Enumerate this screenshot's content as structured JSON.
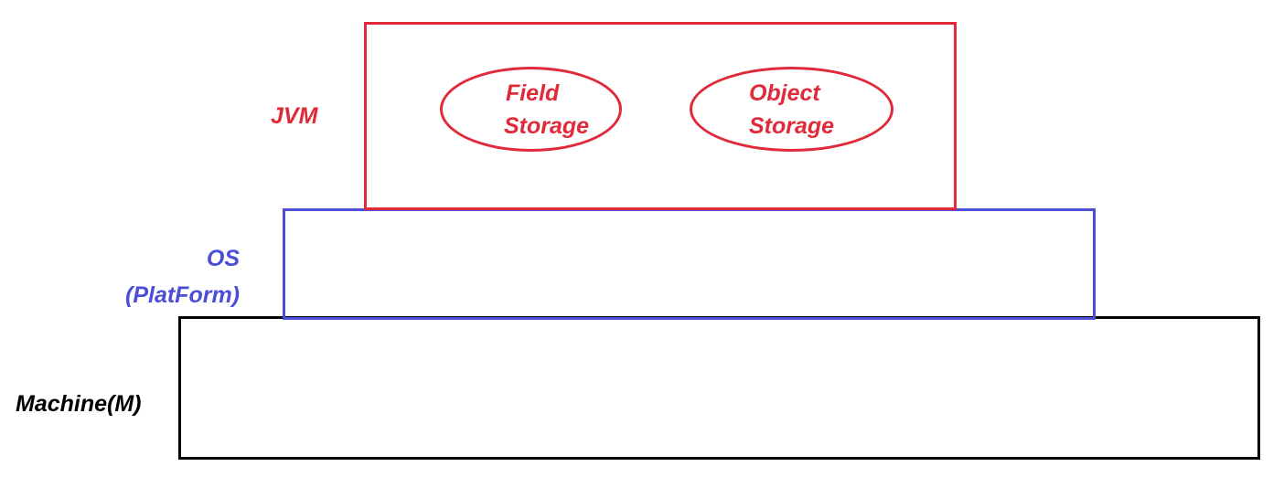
{
  "colors": {
    "jvm": "#e02a3a",
    "os": "#4a4fd6",
    "machine": "#000000"
  },
  "layers": {
    "jvm": {
      "label": "JVM",
      "field_storage": {
        "line1": "Field",
        "line2": "Storage"
      },
      "object_storage": {
        "line1": "Object",
        "line2": "Storage"
      }
    },
    "os": {
      "label_line1": "OS",
      "label_line2": "(PlatForm)"
    },
    "machine": {
      "label": "Machine(M)"
    }
  }
}
